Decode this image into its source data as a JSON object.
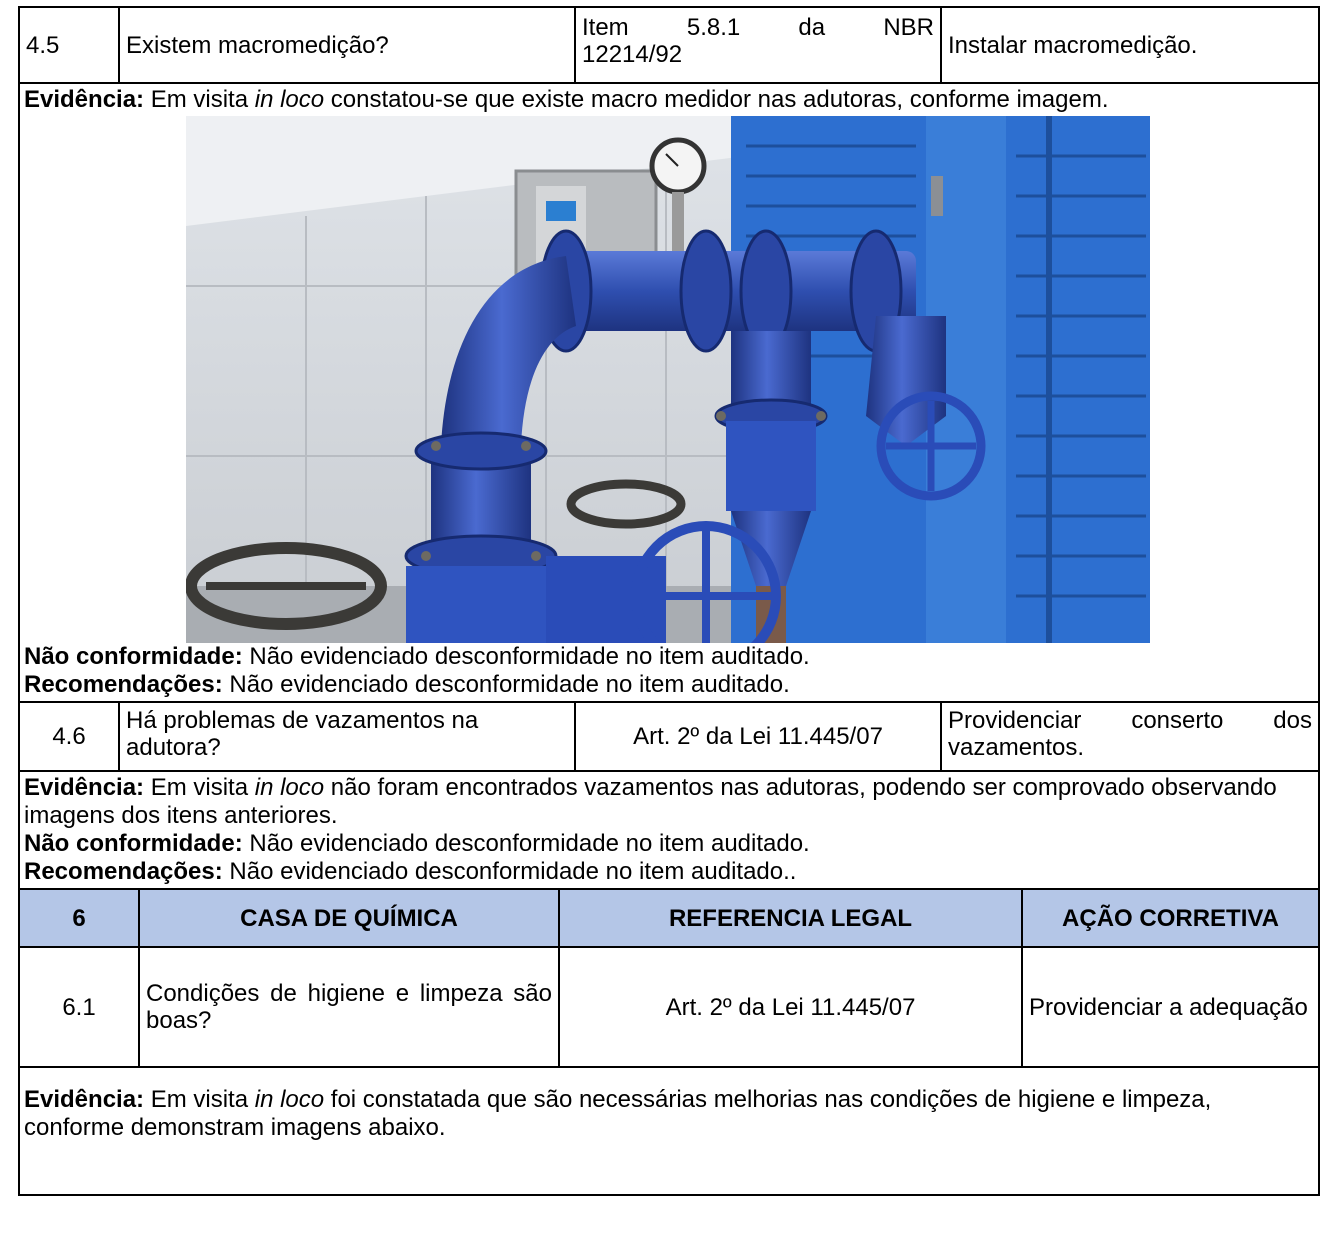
{
  "item45": {
    "num": "4.5",
    "question": "Existem macromedição?",
    "reference_line1": "Item 5.8.1 da NBR",
    "reference_line2": "12214/92",
    "action": "Instalar macromedição.",
    "evidence_label": "Evidência:",
    "evidence_pre": " Em visita ",
    "evidence_italic": "in loco",
    "evidence_post": " constatou-se que existe macro medidor nas adutoras, conforme imagem.",
    "nc_label": "Não conformidade:",
    "nc_text": " Não evidenciado desconformidade no item auditado.",
    "rec_label": "Recomendações:",
    "rec_text": " Não evidenciado desconformidade no item auditado."
  },
  "item46": {
    "num": "4.6",
    "question": "Há problemas de vazamentos na adutora?",
    "reference": "Art. 2º da Lei 11.445/07",
    "action": "Providenciar conserto dos vazamentos.",
    "evidence_label": "Evidência:",
    "evidence_pre": " Em visita ",
    "evidence_italic": "in loco",
    "evidence_post": " não foram encontrados vazamentos nas adutoras, podendo ser comprovado observando imagens dos itens anteriores.",
    "nc_label": "Não conformidade:",
    "nc_text": " Não evidenciado desconformidade no item auditado.",
    "rec_label": "Recomendações:",
    "rec_text": " Não evidenciado desconformidade no item auditado.."
  },
  "section6": {
    "num": "6",
    "title": "CASA DE QUÍMICA",
    "reference_header": "REFERENCIA LEGAL",
    "action_header": "AÇÃO CORRETIVA"
  },
  "item61": {
    "num": "6.1",
    "question": "Condições de higiene e limpeza são boas?",
    "reference": "Art. 2º da Lei 11.445/07",
    "action": "Providenciar a adequação",
    "evidence_label": "Evidência:",
    "evidence_pre": " Em visita ",
    "evidence_italic": "in loco",
    "evidence_post": " foi constatada que são necessárias melhorias nas condições de higiene e limpeza, conforme demonstram imagens abaixo."
  },
  "colors": {
    "header_bg": "#b4c6e7",
    "pipe_blue": "#2f4fb0",
    "door_blue": "#2d6fd0"
  }
}
